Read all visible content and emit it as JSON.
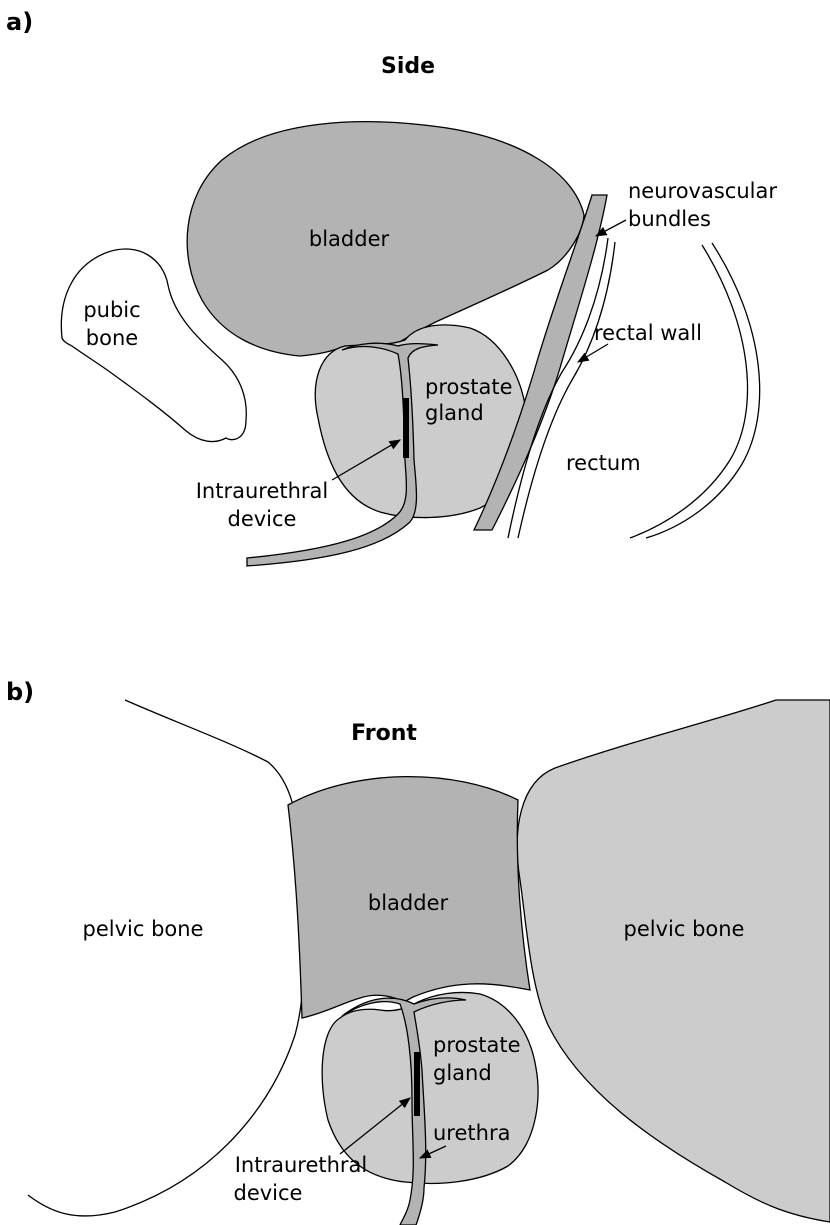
{
  "panel_a": {
    "panel_label": "a)",
    "view_title": "Side",
    "labels": {
      "bladder": "bladder",
      "pubic_bone_line1": "pubic",
      "pubic_bone_line2": "bone",
      "prostate_line1": "prostate",
      "prostate_line2": "gland",
      "device_line1": "Intraurethral",
      "device_line2": "device",
      "nv_line1": "neurovascular",
      "nv_line2": "bundles",
      "rectal_wall": "rectal wall",
      "rectum": "rectum"
    }
  },
  "panel_b": {
    "panel_label": "b)",
    "view_title": "Front",
    "labels": {
      "bladder": "bladder",
      "pelvic_left": "pelvic bone",
      "pelvic_right": "pelvic bone",
      "prostate_line1": "prostate",
      "prostate_line2": "gland",
      "urethra": "urethra",
      "device_line1": "Intraurethral",
      "device_line2": "device"
    }
  },
  "colors": {
    "bladder_fill": "#b3b3b3",
    "prostate_fill": "#cccccc",
    "urethra_fill": "#b3b3b3",
    "pelvic_bone_right_fill": "#cccccc",
    "outline": "#000000",
    "background": "#ffffff"
  }
}
